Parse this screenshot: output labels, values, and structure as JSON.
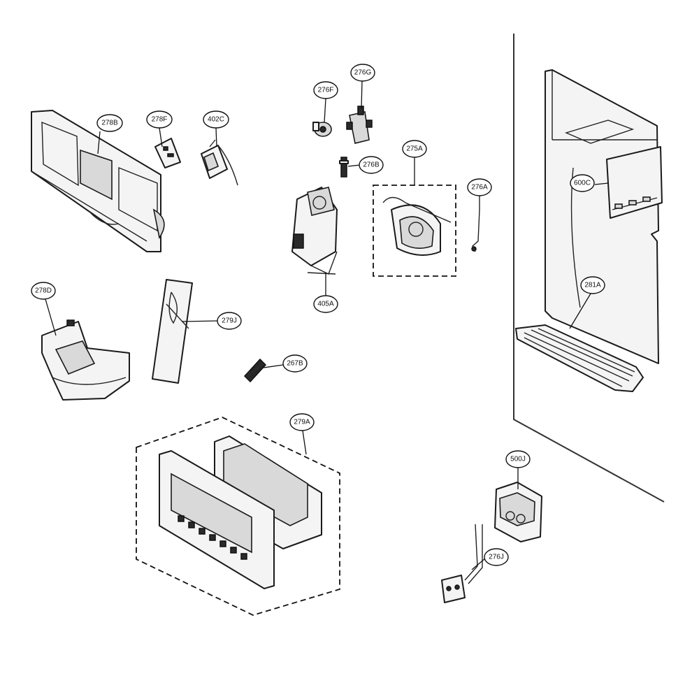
{
  "diagram": {
    "callouts": {
      "c278B": "278B",
      "c278F": "278F",
      "c402C": "402C",
      "c276F": "276F",
      "c276G": "276G",
      "c276B": "276B",
      "c275A": "275A",
      "c276A": "276A",
      "c405A": "405A",
      "c600C": "600C",
      "c281A": "281A",
      "c278D": "278D",
      "c279J": "279J",
      "c267B": "267B",
      "c279A": "279A",
      "c500J": "500J",
      "c276J": "276J"
    }
  }
}
